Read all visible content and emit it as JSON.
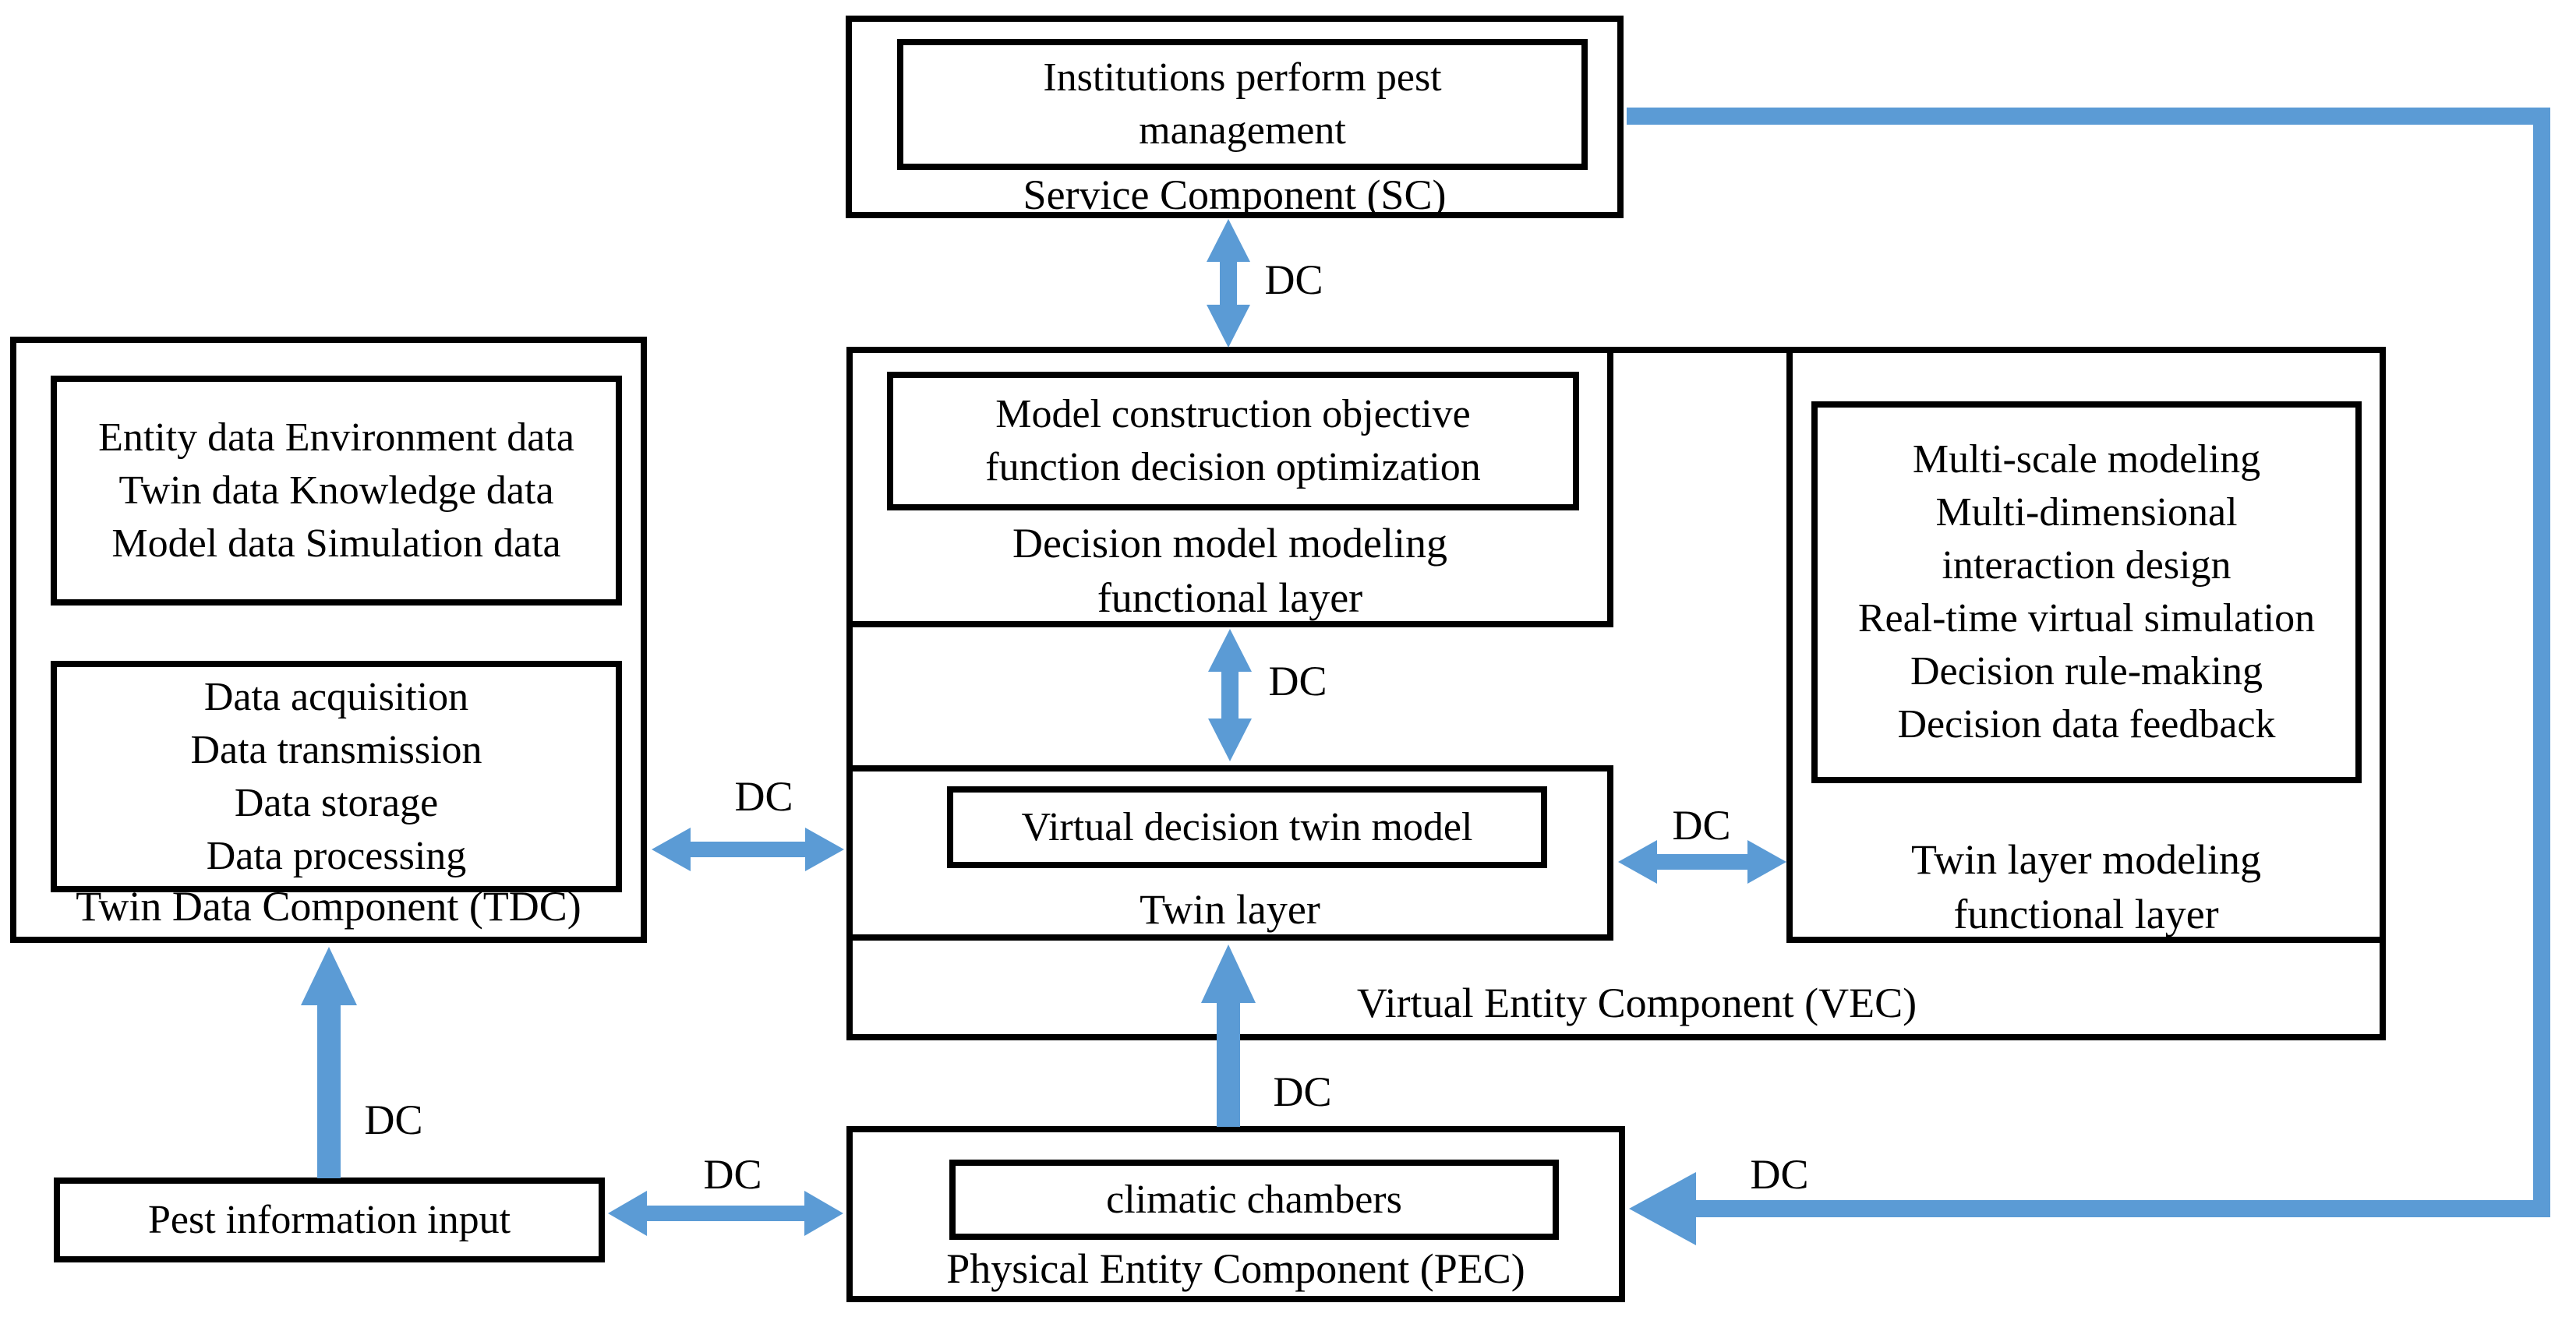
{
  "colors": {
    "arrow_blue": "#5B9BD5",
    "line_black": "#000000",
    "background": "#FFFFFF"
  },
  "components": {
    "service": {
      "title": "Service Component (SC)",
      "box_lines": [
        "Institutions perform pest",
        "management"
      ]
    },
    "twin_data": {
      "title": "Twin Data Component (TDC)",
      "data_types_lines": [
        "Entity data Environment data",
        "Twin data Knowledge data",
        "Model data Simulation data"
      ],
      "data_functions_lines": [
        "Data acquisition",
        "Data transmission",
        "Data storage",
        "Data processing"
      ]
    },
    "pest_input": {
      "label": "Pest information input"
    },
    "virtual_entity": {
      "title": "Virtual Entity Component (VEC)",
      "decision_layer": {
        "box_lines": [
          "Model construction objective",
          "function decision optimization"
        ],
        "label_lines": [
          "Decision model modeling",
          "functional layer"
        ]
      },
      "twin_layer": {
        "box_label": "Virtual decision  twin model",
        "label": "Twin layer"
      },
      "twin_modeling_layer": {
        "box_lines": [
          "Multi-scale modeling",
          "Multi-dimensional",
          "interaction design",
          "Real-time virtual simulation",
          "Decision rule-making",
          "Decision data feedback"
        ],
        "label_lines": [
          "Twin layer modeling",
          "functional layer"
        ]
      }
    },
    "physical_entity": {
      "title": "Physical Entity Component (PEC)",
      "box_label": "climatic chambers"
    }
  },
  "connections": [
    {
      "id": "sc-vec",
      "from": "Service Component (SC)",
      "to": "Decision model modeling functional layer",
      "type": "bidirectional-vertical",
      "label": "DC"
    },
    {
      "id": "decision-twin",
      "from": "Decision model modeling functional layer",
      "to": "Twin layer",
      "type": "bidirectional-vertical",
      "label": "DC"
    },
    {
      "id": "tdc-twin",
      "from": "Twin Data Component (TDC)",
      "to": "Twin layer",
      "type": "bidirectional-horizontal",
      "label": "DC"
    },
    {
      "id": "twin-modeling",
      "from": "Twin layer",
      "to": "Twin layer modeling functional layer",
      "type": "bidirectional-horizontal",
      "label": "DC"
    },
    {
      "id": "pec-twin",
      "from": "Physical Entity Component (PEC)",
      "to": "Twin layer",
      "type": "up-arrow",
      "label": "DC"
    },
    {
      "id": "pest-tdc",
      "from": "Pest information input",
      "to": "Twin Data Component (TDC)",
      "type": "up-arrow",
      "label": "DC"
    },
    {
      "id": "pest-pec",
      "from": "Pest information input",
      "to": "Physical Entity Component (PEC)",
      "type": "bidirectional-horizontal",
      "label": "DC"
    },
    {
      "id": "sc-pec-feedback",
      "from": "Service Component (SC)",
      "to": "Physical Entity Component (PEC)",
      "type": "routed-left-arrow",
      "label": "DC"
    }
  ]
}
